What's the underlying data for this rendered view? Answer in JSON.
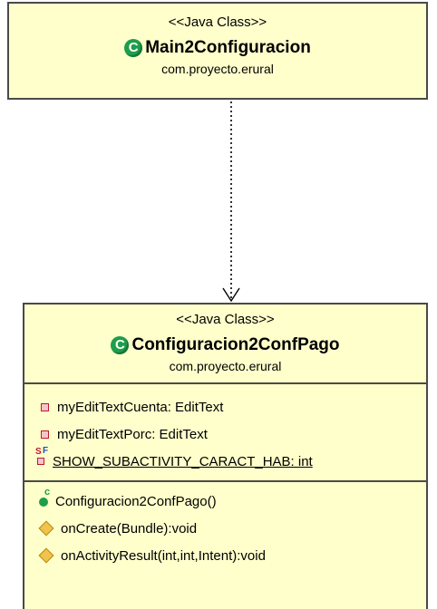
{
  "classes": [
    {
      "stereotype": "<<Java Class>>",
      "name": "Main2Configuracion",
      "package": "com.proyecto.erural",
      "icon": "class-icon"
    },
    {
      "stereotype": "<<Java Class>>",
      "name": "Configuracion2ConfPago",
      "package": "com.proyecto.erural",
      "icon": "class-icon",
      "fields": [
        "myEditTextCuenta: EditText",
        "myEditTextPorc: EditText",
        "SHOW_SUBACTIVITY_CARACT_HAB: int"
      ],
      "methods": [
        "Configuracion2ConfPago()",
        "onCreate(Bundle):void",
        "onActivityResult(int,int,Intent):void"
      ]
    }
  ],
  "icon_symbols": {
    "class_letter": "C",
    "static_letter": "S",
    "final_letter": "F",
    "constructor_letter": "c"
  },
  "colors": {
    "box_fill": "#ffffcc",
    "box_border": "#4a4a4a",
    "class_icon": "#1e9e4a",
    "private_icon": "#c0182c",
    "protected_icon": "#f0c24e"
  },
  "connector": {
    "style": "dotted",
    "arrow": "open",
    "from": "Main2Configuracion",
    "to": "Configuracion2ConfPago"
  }
}
